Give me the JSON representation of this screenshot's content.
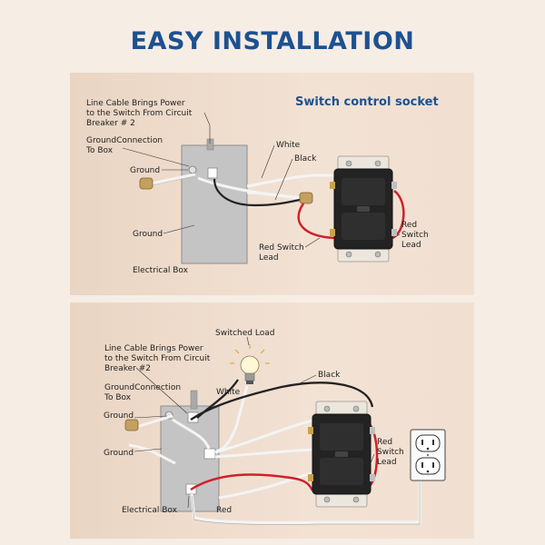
{
  "title": "EASY INSTALLATION",
  "panel1": {
    "heading": "Switch control socket",
    "labels": {
      "line_cable": [
        "Line Cable Brings Power",
        "to the Switch From Circuit",
        "Breaker # 2"
      ],
      "ground_connection": [
        "GroundConnection",
        "To Box"
      ],
      "ground_top": "Ground",
      "ground_bottom": "Ground",
      "white": "White",
      "black": "Black",
      "red_switch_lead_left": [
        "Red Switch",
        "Lead"
      ],
      "red_switch_lead_right": [
        "Red",
        "Switch",
        "Lead"
      ],
      "electrical_box": "Electrical Box"
    }
  },
  "panel2": {
    "labels": {
      "switched_load": "Switched Load",
      "line_cable": [
        "Line Cable Brings Power",
        "to the Switch From Circuit",
        "Breaker #2"
      ],
      "ground_connection": [
        "GroundConnection",
        "To Box"
      ],
      "white": "White",
      "black": "Black",
      "ground_top": "Ground",
      "ground_bottom": "Ground",
      "red_switch_lead": [
        "Red",
        "Switch",
        "Lead"
      ],
      "electrical_box": "Electrical Box",
      "red": "Red"
    }
  },
  "colors": {
    "title": "#1d5191",
    "black_wire": "#222222",
    "red_wire": "#d0202a",
    "white_wire": "#f4f4f4",
    "box": "#c4c4c4"
  }
}
